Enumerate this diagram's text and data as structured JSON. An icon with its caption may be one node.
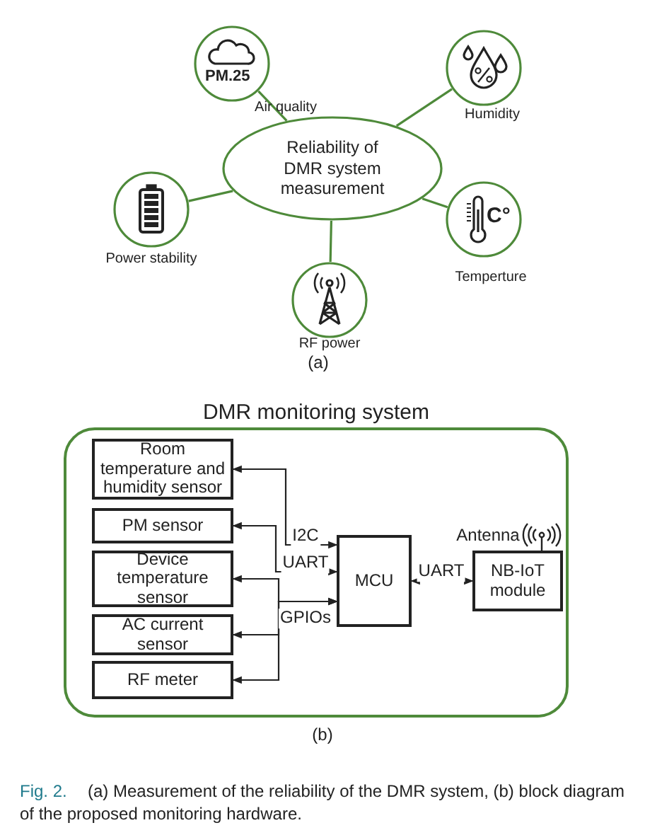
{
  "diagram": {
    "caption": "(a) Measurement of the reliability of the DMR system, (b) block diagram of the proposed monitoring hardware.",
    "nodes": [
      {
        "text": [
          "Reliability of DMR system measurement"
        ]
      },
      {
        "text": [
          "PM.25"
        ],
        "beside": [
          "Air quality"
        ]
      },
      {
        "text": [],
        "shape": "circle",
        "beside": [
          "Humidity"
        ]
      },
      {
        "text": [],
        "shape": "circle",
        "beside": [
          "Power stability"
        ]
      },
      {
        "text": [
          "C°"
        ],
        "beside": [
          "Temperture"
        ]
      },
      {
        "text": [],
        "shape": "circle",
        "beside": [
          "RF power"
        ]
      },
      {
        "text": [
          "DMR monitoring system"
        ]
      },
      {
        "text": [
          "Room temperature and humidity sensor"
        ],
        "in": 6
      },
      {
        "text": [
          "PM sensor"
        ],
        "in": 6
      },
      {
        "text": [
          "Device temperature sensor"
        ],
        "in": 6
      },
      {
        "text": [
          "AC current sensor"
        ],
        "in": 6
      },
      {
        "text": [
          "RF meter"
        ],
        "in": 6
      },
      {
        "text": [
          "MCU"
        ],
        "in": 6
      },
      {
        "text": [
          "NB-IoT module"
        ],
        "in": 6,
        "beside": [
          "Antenna"
        ]
      }
    ],
    "edges": [
      {
        "from": 0,
        "to": 1,
        "arrow": "none",
        "color": "#4e8a3a"
      },
      {
        "from": 0,
        "to": 2,
        "arrow": "none",
        "color": "#4e8a3a"
      },
      {
        "from": 0,
        "to": 3,
        "arrow": "none",
        "color": "#4e8a3a"
      },
      {
        "from": 0,
        "to": 4,
        "arrow": "none",
        "color": "#4e8a3a"
      },
      {
        "from": 0,
        "to": 5,
        "arrow": "none",
        "color": "#4e8a3a"
      },
      {
        "from": 12,
        "to": 7,
        "arrow": "both",
        "label": "I2C"
      },
      {
        "from": 12,
        "to": 8,
        "arrow": "both",
        "label": "UART"
      },
      {
        "from": 12,
        "to": 9,
        "arrow": "both",
        "label": "GPIOs"
      },
      {
        "from": 12,
        "to": 10,
        "arrow": "both"
      },
      {
        "from": 12,
        "to": 11,
        "arrow": "both"
      },
      {
        "from": 12,
        "to": 13,
        "arrow": "both",
        "label": "UART"
      }
    ],
    "labels": [
      "(a)",
      "(b)",
      "Fig. 2."
    ]
  }
}
